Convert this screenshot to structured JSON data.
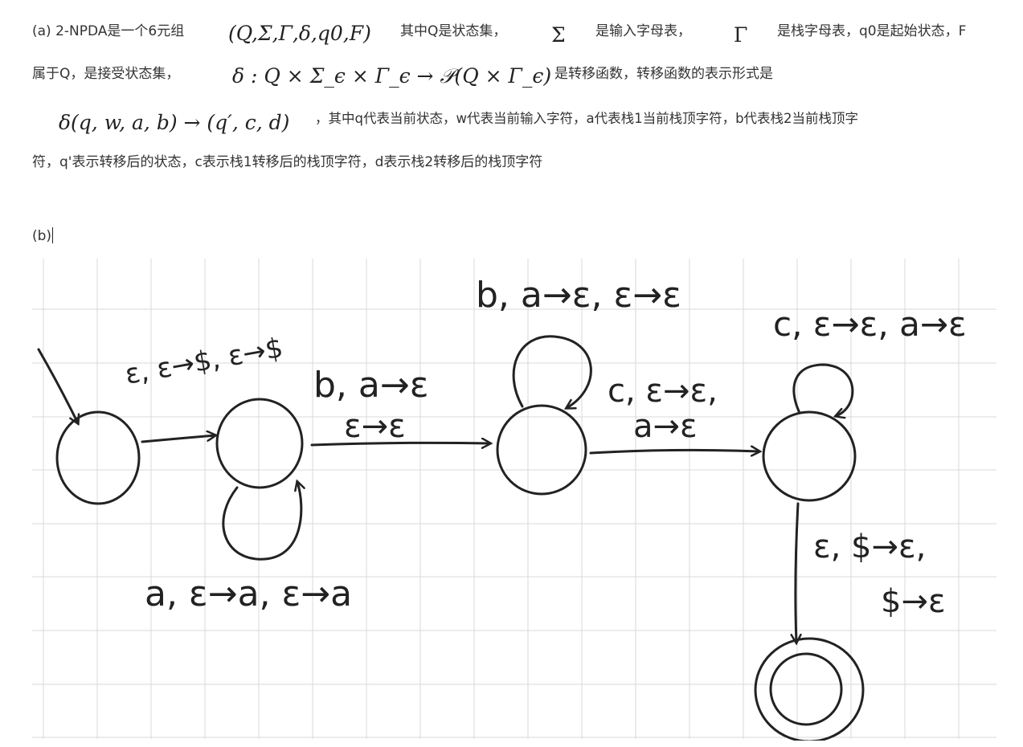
{
  "part_a": {
    "seg1": "(a) 2-NPDA是一个6元组",
    "tuple_math": "(Q,Σ,Γ,δ,q0,F)",
    "seg2": "其中Q是状态集，",
    "sigma_math": "Σ",
    "seg3": "是输入字母表，",
    "gamma_math": "Γ",
    "seg4": "是栈字母表，q0是起始状态，F",
    "line2_text": "属于Q，是接受状态集，",
    "delta_math": "δ : Q × Σ_ϵ × Γ_ϵ → 𝒫(Q × Γ_ϵ)",
    "line2_tail": "是转移函数，转移函数的表示形式是",
    "transition_form_math": "δ(q, w, a, b) → (q′, c, d)",
    "line3_text": "，其中q代表当前状态，w代表当前输入字符，a代表栈1当前栈顶字符，b代表栈2当前栈顶字",
    "line4_text": "符，q'表示转移后的状态，c表示栈1转移后的栈顶字符，d表示栈2转移后的栈顶字符"
  },
  "part_b": {
    "label": "(b)"
  },
  "diagram": {
    "grid_color": "#d9d9d9",
    "ink_color": "#222222",
    "labels": {
      "edge_q1_q2": "ε, ε→$, ε→$",
      "edge_q2_q3_line1": "b, a→ε",
      "edge_q2_q3_line2": "ε→ε",
      "loop_q2": "a, ε→a, ε→a",
      "loop_q3": "b, a→ε, ε→ε",
      "edge_q3_q4_line1": "c, ε→ε,",
      "edge_q3_q4_line2": "a→ε",
      "loop_q4": "c, ε→ε, a→ε",
      "edge_q4_q5_line1": "ε, $→ε,",
      "edge_q4_q5_line2": "$→ε"
    }
  }
}
